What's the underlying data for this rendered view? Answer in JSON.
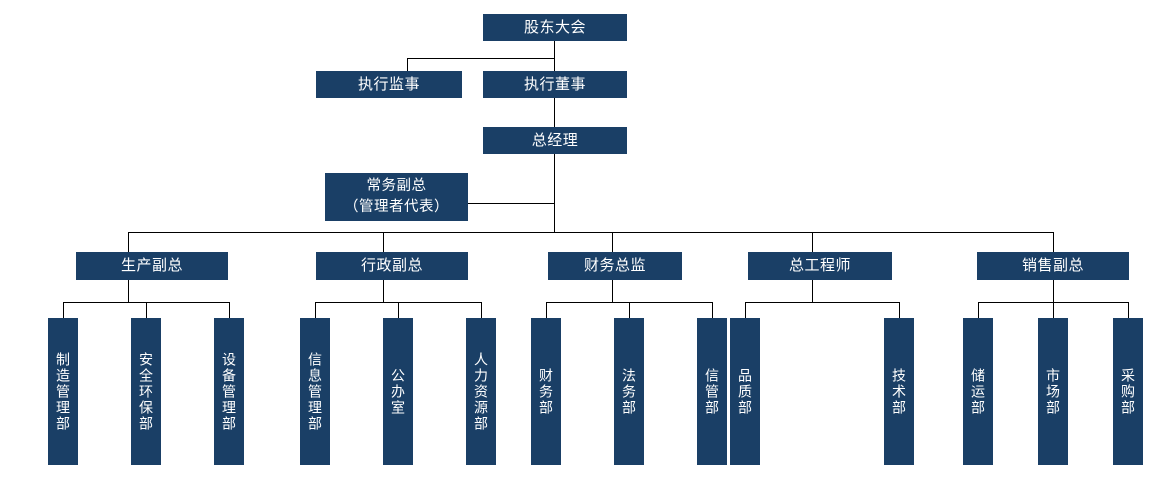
{
  "chart": {
    "title_node": "股东大会",
    "type": "organization-chart",
    "accent_color": "#1a3f66",
    "line_color": "#000000",
    "text_color": "#ffffff"
  },
  "nodes": {
    "shareholders_meeting": "股东大会",
    "executive_supervisor": "执行监事",
    "executive_director": "执行董事",
    "general_manager": "总经理",
    "standing_deputy": "常务副总\n（管理者代表）",
    "vp_production": "生产副总",
    "vp_administration": "行政副总",
    "cfo": "财务总监",
    "chief_engineer": "总工程师",
    "vp_sales": "销售副总",
    "dept_manufacturing": "制造管理部",
    "dept_safety_env": "安全环保部",
    "dept_equipment": "设备管理部",
    "dept_info_mgmt": "信息管理部",
    "dept_office": "公办室",
    "dept_hr": "人力资源部",
    "dept_finance": "财务部",
    "dept_legal": "法务部",
    "dept_credit": "信管部",
    "dept_quality": "品质部",
    "dept_technology": "技术部",
    "dept_storage": "储运部",
    "dept_market": "市场部",
    "dept_purchasing": "采购部"
  },
  "hierarchy": {
    "root": "shareholders_meeting",
    "edges": [
      [
        "shareholders_meeting",
        "executive_supervisor"
      ],
      [
        "shareholders_meeting",
        "executive_director"
      ],
      [
        "executive_director",
        "general_manager"
      ],
      [
        "general_manager",
        "standing_deputy"
      ],
      [
        "general_manager",
        "vp_production"
      ],
      [
        "general_manager",
        "vp_administration"
      ],
      [
        "general_manager",
        "cfo"
      ],
      [
        "general_manager",
        "chief_engineer"
      ],
      [
        "general_manager",
        "vp_sales"
      ],
      [
        "vp_production",
        "dept_manufacturing"
      ],
      [
        "vp_production",
        "dept_safety_env"
      ],
      [
        "vp_production",
        "dept_equipment"
      ],
      [
        "vp_administration",
        "dept_info_mgmt"
      ],
      [
        "vp_administration",
        "dept_office"
      ],
      [
        "vp_administration",
        "dept_hr"
      ],
      [
        "cfo",
        "dept_finance"
      ],
      [
        "cfo",
        "dept_legal"
      ],
      [
        "cfo",
        "dept_credit"
      ],
      [
        "chief_engineer",
        "dept_quality"
      ],
      [
        "chief_engineer",
        "dept_technology"
      ],
      [
        "vp_sales",
        "dept_storage"
      ],
      [
        "vp_sales",
        "dept_market"
      ],
      [
        "vp_sales",
        "dept_purchasing"
      ]
    ]
  }
}
